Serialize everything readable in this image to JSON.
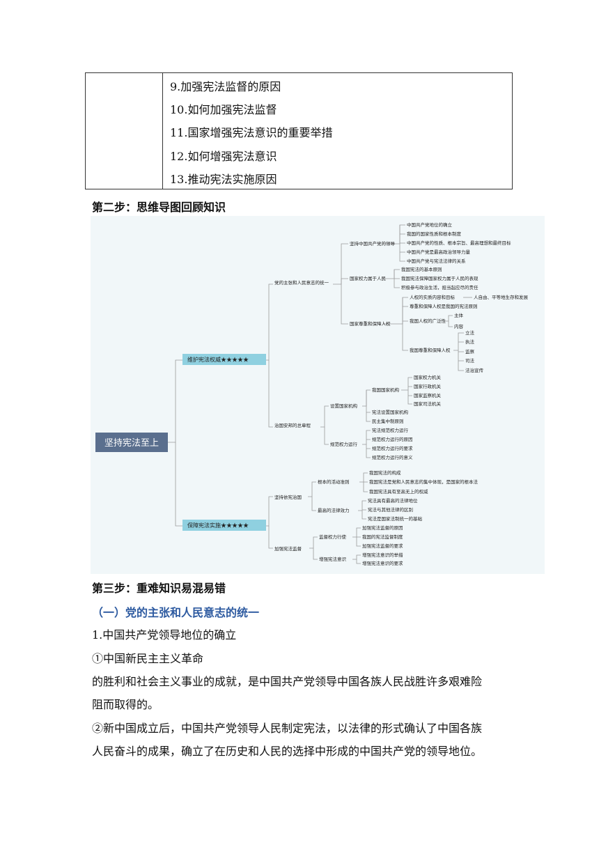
{
  "table": {
    "rows": [
      "9.加强宪法监督的原因",
      "10.如何加强宪法监督",
      "11.国家增强宪法意识的重要举措",
      "12.如何增强宪法意识",
      "13.推动宪法实施原因"
    ]
  },
  "step2": "第二步：思维导图回顾知识",
  "mindmap": {
    "root": "坚持宪法至上",
    "b1": "维护宪法权威★★★★★",
    "b2": "保障宪法实施★★★★★",
    "b1_1": "党的主张和人民意志的统一",
    "b1_1_a": "坚持中国共产党的领导",
    "b1_1_a_items": [
      "中国共产党地位的确立",
      "我国的国家性质和根本制度",
      "中国共产党的性质、根本宗旨、最高理想和最终目标",
      "中国共产党是最高政治领导力量",
      "中国共产党与宪法法律的关系"
    ],
    "b1_1_b": "国家权力属于人民",
    "b1_1_b_items": [
      "我国宪法的基本原则",
      "我国宪法保障国家权力属于人民的表现",
      "积极参与政治生活，担当起应尽的责任"
    ],
    "b1_1_c": "国家尊重和保障人权",
    "b1_1_c_1": "人权的实质内容和目标",
    "b1_1_c_1r": "人自由、平等地生存和发展",
    "b1_1_c_2": "尊重和保障人权是我国的宪法原则",
    "b1_1_c_3": "我国人权的广泛性",
    "b1_1_c_3_items": [
      "主体",
      "内容"
    ],
    "b1_1_c_4": "我国尊重和保障人权",
    "b1_1_c_4_items": [
      "立法",
      "执法",
      "监察",
      "司法",
      "法治宣传"
    ],
    "b1_2": "治国安邦的总章程",
    "b1_2_a": "设置国家机构",
    "b1_2_a_1": "我国国家机构",
    "b1_2_a_1_items": [
      "国家权力机关",
      "国家行政机关",
      "国家监察机关",
      "国家司法机关"
    ],
    "b1_2_a_items": [
      "宪法设置国家机构",
      "民主集中制原则"
    ],
    "b1_2_b": "规范权力运行",
    "b1_2_b_items": [
      "宪法规范权力运行",
      "规范权力运行的原因",
      "规范权力运行的要求",
      "规范权力运行的意义"
    ],
    "b2_1": "坚持依宪治国",
    "b2_1_a": "根本的活动准则",
    "b2_1_a_items": [
      "我国宪法的构成",
      "我国宪法是党和人民意志的集中体现，是国家的根本法",
      "我国宪法具有至高无上的权威"
    ],
    "b2_1_b": "最高的法律效力",
    "b2_1_b_items": [
      "宪法具有最高的法律地位",
      "宪法与其他法律的区别",
      "宪法是国家法制统一的基础"
    ],
    "b2_2": "加强宪法监督",
    "b2_2_a": "监督权力行使",
    "b2_2_a_items": [
      "加强宪法监督的原因",
      "我国的宪法监督制度",
      "加强宪法监督的要求"
    ],
    "b2_2_b": "增强宪法意识",
    "b2_2_b_items": [
      "增强宪法意识的举措",
      "增强宪法意识的要求"
    ]
  },
  "step3": "第三步：重难知识易混易错",
  "section1": "（一）党的主张和人民意志的统一",
  "paragraphs": {
    "p1": "1.中国共产党领导地位的确立",
    "p2": "①中国新民主主义革命",
    "p3": "的胜利和社会主义事业的成就，是中国共产党领导中国各族人民战胜许多艰难险",
    "p4": "阻而取得的。",
    "p5": "②新中国成立后，中国共产党领导人民制定宪法，以法律的形式确认了中国各族",
    "p6": "人民奋斗的成果，确立了在历史和人民的选择中形成的中国共产党的领导地位。"
  },
  "colors": {
    "root_box": "#5a6f8e",
    "branch_box": "#8fd0e0",
    "line": "#999999",
    "map_bg": "#f1f7f9",
    "section_title": "#2d5aa0"
  }
}
